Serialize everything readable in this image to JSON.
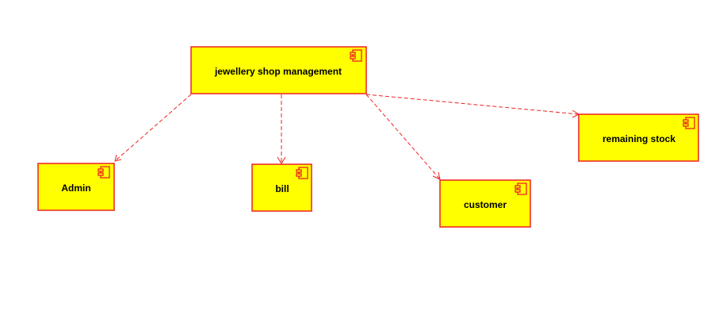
{
  "diagram": {
    "type": "uml-component-diagram",
    "colors": {
      "component_fill": "#ffff00",
      "component_border": "#ee2222",
      "dependency_line": "#ee2222",
      "label_text": "#000000"
    },
    "components": [
      {
        "id": "main",
        "label": "jewellery shop management",
        "icon": "component-icon"
      },
      {
        "id": "admin",
        "label": "Admin",
        "icon": "component-icon"
      },
      {
        "id": "bill",
        "label": "bill",
        "icon": "component-icon"
      },
      {
        "id": "customer",
        "label": "customer",
        "icon": "component-icon"
      },
      {
        "id": "stock",
        "label": "remaining stock",
        "icon": "component-icon"
      }
    ],
    "dependencies": [
      {
        "from": "main",
        "to": "admin",
        "style": "dashed",
        "arrow": "open"
      },
      {
        "from": "main",
        "to": "bill",
        "style": "dashed",
        "arrow": "open"
      },
      {
        "from": "main",
        "to": "customer",
        "style": "dashed",
        "arrow": "open"
      },
      {
        "from": "main",
        "to": "stock",
        "style": "dashed",
        "arrow": "open"
      }
    ]
  }
}
